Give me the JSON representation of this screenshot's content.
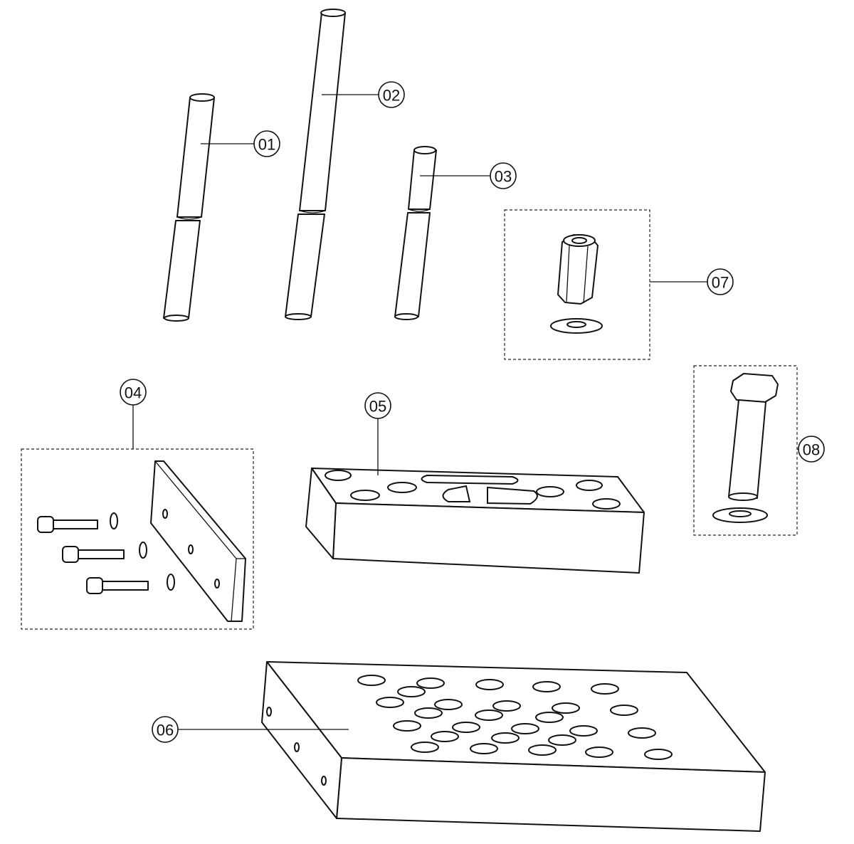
{
  "diagram": {
    "type": "exploded parts diagram",
    "callouts": [
      {
        "id": "01",
        "label": "01"
      },
      {
        "id": "02",
        "label": "02"
      },
      {
        "id": "03",
        "label": "03"
      },
      {
        "id": "04",
        "label": "04"
      },
      {
        "id": "05",
        "label": "05"
      },
      {
        "id": "06",
        "label": "06"
      },
      {
        "id": "07",
        "label": "07"
      },
      {
        "id": "08",
        "label": "08"
      }
    ],
    "colors": {
      "line": "#111111",
      "background": "#ffffff"
    }
  }
}
